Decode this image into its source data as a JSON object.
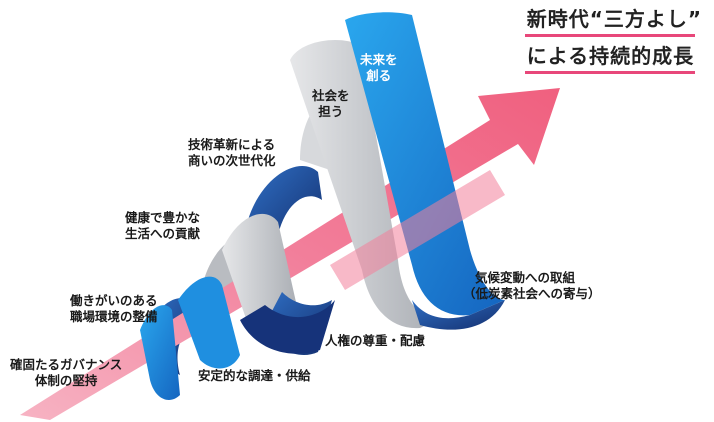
{
  "title": {
    "line1": "新時代“三方よし”",
    "line2": "による持続的成長"
  },
  "labels": {
    "mirai": [
      "未来を",
      "創る"
    ],
    "shakai": [
      "社会を",
      "担う"
    ],
    "gijutsu": [
      "技術革新による",
      "商いの次世代化"
    ],
    "kenkou": [
      "健康で豊かな",
      "生活への貢献"
    ],
    "hataraki": [
      "働きがいのある",
      "職場環境の整備"
    ],
    "governance": [
      "確固たるガバナンス",
      "体制の堅持"
    ],
    "kiko": [
      "気候変動への取組",
      "（低炭素社会への寄与）"
    ],
    "jinken": "人権の尊重・配慮",
    "antei": "安定的な調達・供給"
  },
  "colors": {
    "arrow_pink": "#f06b8a",
    "ribbon_blue": "#1f8fe0",
    "ribbon_navy": "#1a3f8a",
    "ribbon_gray": "#c9ccd0",
    "title_rule": "#e8477a"
  }
}
